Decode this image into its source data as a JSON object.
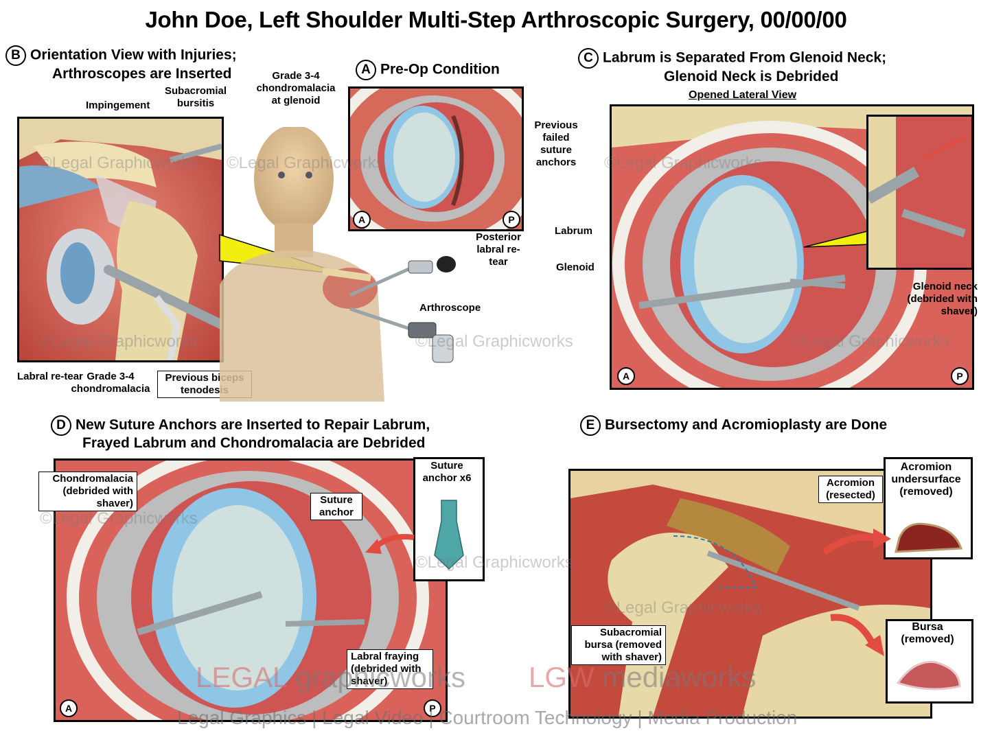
{
  "title": "John Doe, Left Shoulder Multi-Step Arthroscopic Surgery, 00/00/00",
  "panel_a": {
    "marker": "A",
    "header": "Pre-Op Condition",
    "labels": {
      "chondromalacia": "Grade 3-4 chondromalacia at glenoid",
      "anchors": "Previous failed suture anchors",
      "retear": "Posterior labral re-tear",
      "corner_left": "A",
      "corner_right": "P"
    }
  },
  "panel_b": {
    "marker": "B",
    "header_line1": "Orientation View with Injuries;",
    "header_line2": "Arthroscopes are Inserted",
    "labels": {
      "impingement": "Impingement",
      "bursitis": "Subacromial bursitis",
      "labral_retear": "Labral re-tear",
      "chondromalacia": "Grade 3-4 chondromalacia",
      "tenodesis": "Previous biceps tenodesis",
      "arthroscope": "Arthroscope"
    }
  },
  "panel_c": {
    "marker": "C",
    "header_line1": "Labrum is Separated From Glenoid Neck;",
    "header_line2": "Glenoid Neck is Debrided",
    "subheader": "Opened Lateral View",
    "labels": {
      "labrum": "Labrum",
      "glenoid": "Glenoid",
      "glenoid_neck": "Glenoid neck (debrided with shaver)",
      "corner_left": "A",
      "corner_right": "P"
    }
  },
  "panel_d": {
    "marker": "D",
    "header_line1": "New Suture Anchors are Inserted to Repair Labrum,",
    "header_line2": "Frayed Labrum and Chondromalacia are Debrided",
    "labels": {
      "chondromalacia": "Chondromalacia (debrided with shaver)",
      "suture_anchor": "Suture anchor",
      "suture_anchor_x6": "Suture anchor x6",
      "labral_fraying": "Labral fraying (debrided with shaver)",
      "corner_left": "A",
      "corner_right": "P"
    }
  },
  "panel_e": {
    "marker": "E",
    "header": "Bursectomy and Acromioplasty are Done",
    "labels": {
      "acromion": "Acromion (resected)",
      "acromion_under": "Acromion undersurface (removed)",
      "bursa_removed": "Subacromial bursa (removed with shaver)",
      "bursa": "Bursa (removed)"
    }
  },
  "watermark": "©Legal Graphicworks",
  "branding": {
    "legal": "LEGAL",
    "graphicworks": "graphicworks",
    "lgw": "LGW",
    "mediaworks": "mediaworks",
    "tagline": "Legal Graphics | Legal Video | Courtroom Technology | Media Production"
  },
  "colors": {
    "tissue_red": "#c9544a",
    "cartilage_blue": "#8fc6e6",
    "glenoid_gray": "#cfe0df",
    "bone_tan": "#e6d7a5",
    "callout_yellow": "#f2ef10"
  }
}
